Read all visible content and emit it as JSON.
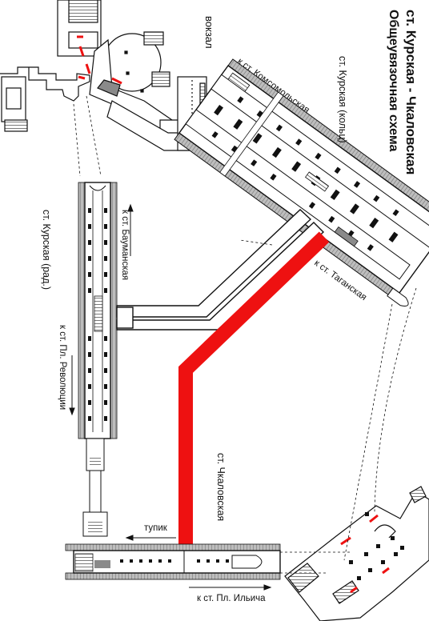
{
  "title": "ст. Курская - Чкаловская",
  "subtitle": "Общеувязочная схема",
  "labels": {
    "station_kursk_ring": "ст. Курская (кольц)",
    "station_kursk_radial": "ст. Курская (рад.)",
    "station_chkalovskaya": "ст. Чкаловская",
    "railway_station": "вокзал",
    "to_komsomolskaya": "к ст. Комсомольская",
    "to_taganskaya": "к ст. Таганская",
    "to_baumanskaya": "к ст. Бауманская",
    "to_pl_revolyutsii": "к ст. Пл. Революции",
    "to_pl_ilyicha": "к ст. Пл. Ильича",
    "dead_end": "тупик"
  },
  "colors": {
    "highlight": "#ee1111",
    "ink": "#111111",
    "hatch": "#9a9a9a",
    "fill_gray": "#cfcfcf",
    "paper": "#ffffff"
  }
}
